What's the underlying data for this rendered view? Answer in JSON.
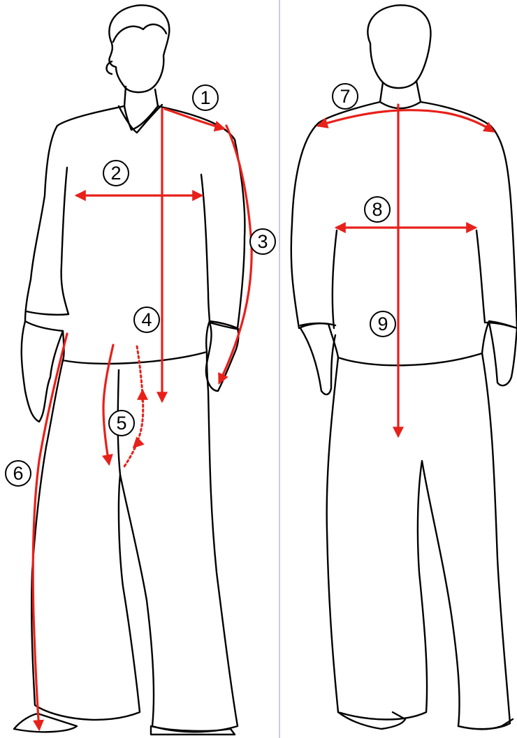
{
  "colors": {
    "measurement": "#e8201a",
    "outline": "#000000",
    "divider": "#b8bcd6",
    "background": "#ffffff"
  },
  "views": [
    "front",
    "back"
  ],
  "markers": [
    {
      "id": "1",
      "label": "1",
      "view": "front",
      "measurement": "shoulder-to-sleeve-top"
    },
    {
      "id": "2",
      "label": "2",
      "view": "front",
      "measurement": "chest-width"
    },
    {
      "id": "3",
      "label": "3",
      "view": "front",
      "measurement": "sleeve-length"
    },
    {
      "id": "4",
      "label": "4",
      "view": "front",
      "measurement": "front-length"
    },
    {
      "id": "5",
      "label": "5",
      "view": "front",
      "measurement": "rise"
    },
    {
      "id": "6",
      "label": "6",
      "view": "front",
      "measurement": "outseam"
    },
    {
      "id": "7",
      "label": "7",
      "view": "back",
      "measurement": "shoulder-width"
    },
    {
      "id": "8",
      "label": "8",
      "view": "back",
      "measurement": "back-width"
    },
    {
      "id": "9",
      "label": "9",
      "view": "back",
      "measurement": "back-length"
    }
  ]
}
